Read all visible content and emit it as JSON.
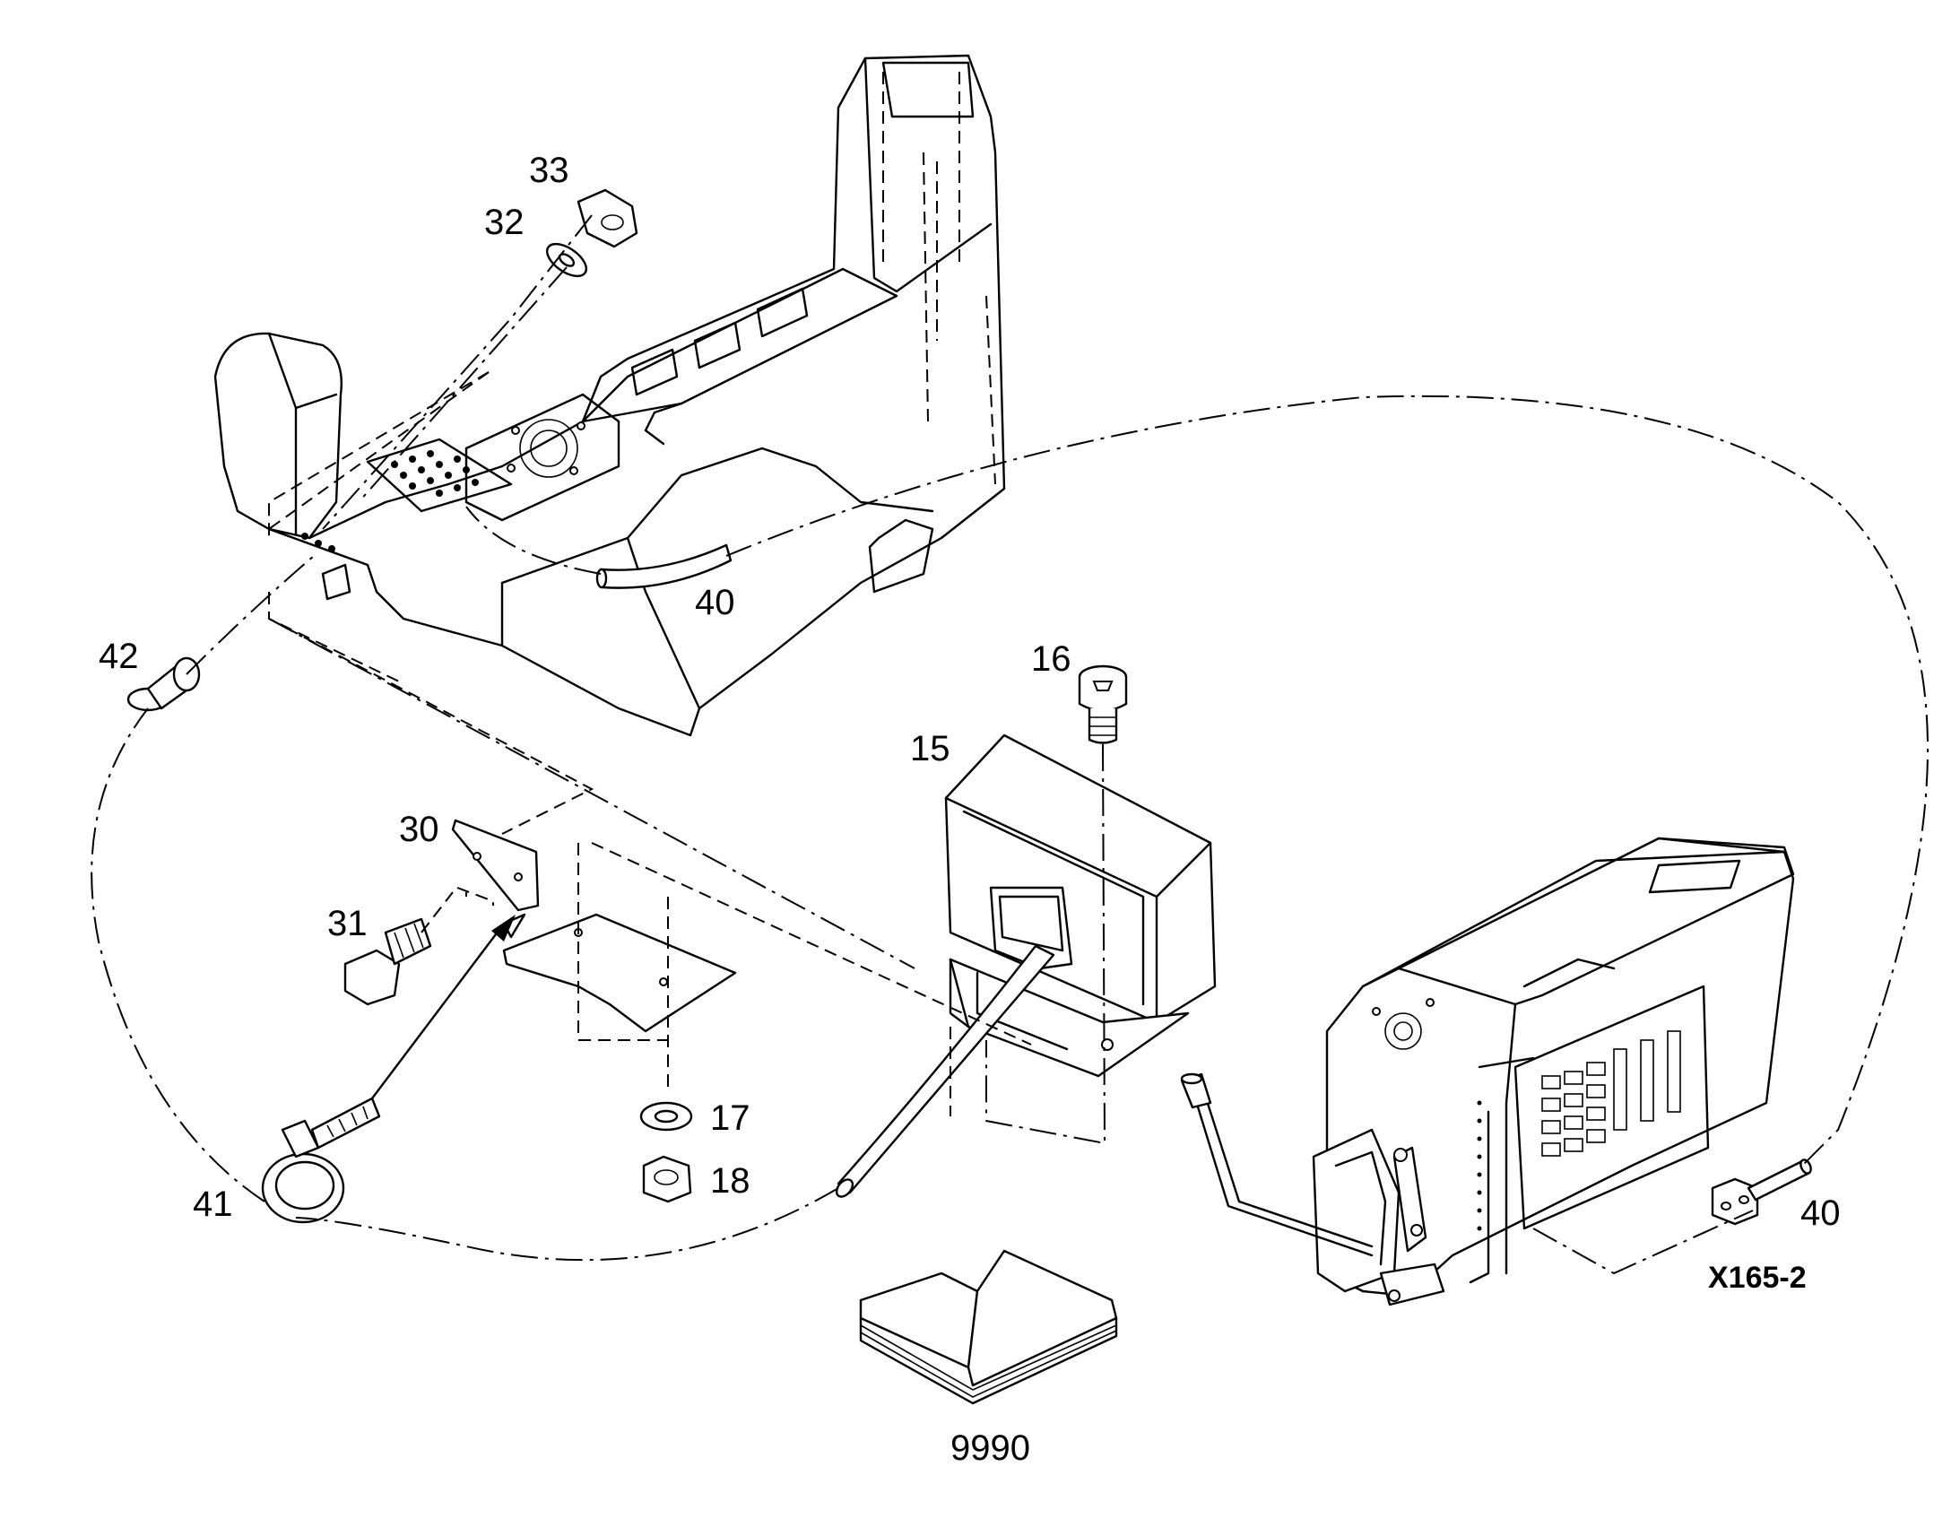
{
  "callouts": {
    "c33": "33",
    "c32": "32",
    "c40a": "40",
    "c42": "42",
    "c16": "16",
    "c15": "15",
    "c30": "30",
    "c31": "31",
    "c17": "17",
    "c18": "18",
    "c41": "41",
    "c40b": "40",
    "ref": "X165-2",
    "c9990": "9990"
  },
  "icons": {
    "housing": "machine-housing-icon",
    "box": "electrical-box-icon",
    "booklet": "manual-booklet-icon"
  }
}
